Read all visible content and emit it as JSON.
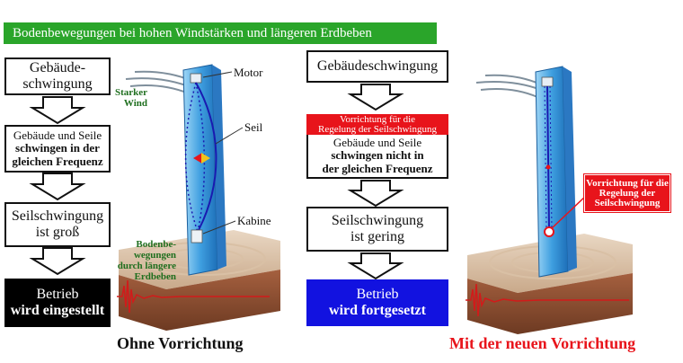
{
  "banner": "Bodenbewegungen bei hohen Windstärken und längeren Erdbeben",
  "left": {
    "box1": [
      "Gebäude-",
      "schwingung"
    ],
    "box2": [
      "Gebäude und Seile",
      "schwingen in der",
      "gleichen Frequenz"
    ],
    "box3": [
      "Seilschwingung",
      "ist groß"
    ],
    "box4": [
      "Betrieb",
      "wird eingestellt"
    ],
    "caption": "Ohne Vorrichtung",
    "labels": {
      "motor": "Motor",
      "wind": [
        "Starker",
        "Wind"
      ],
      "rope": "Seil",
      "cabin": "Kabine",
      "ground": [
        "Bodenbe-",
        "wegungen",
        "durch längere",
        "Erdbeben"
      ]
    }
  },
  "right": {
    "box1": "Gebäudeschwingung",
    "device_label": [
      "Vorrichtung für die",
      "Regelung der Seilschwingung"
    ],
    "box2": [
      "Gebäude und Seile",
      "schwingen nicht in",
      "der gleichen Frequenz"
    ],
    "box3": [
      "Seilschwingung",
      "ist gering"
    ],
    "box4": [
      "Betrieb",
      "wird fortgesetzt"
    ],
    "caption": "Mit der neuen Vorrichtung",
    "device_callout": [
      "Vorrichtung für die",
      "Regelung der",
      "Seilschwingung"
    ]
  },
  "colors": {
    "banner": "#2aa52a",
    "stop": "#000000",
    "continue": "#1212e0",
    "device": "#e8141b",
    "caption_new": "#e8141b",
    "label_green": "#1f6f1f"
  }
}
